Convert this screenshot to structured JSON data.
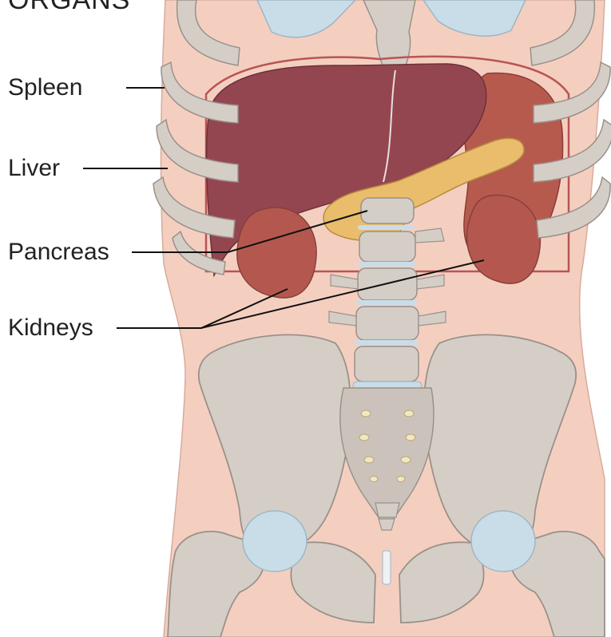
{
  "diagram": {
    "title": "ORGANS",
    "labels": {
      "spleen": "Spleen",
      "liver": "Liver",
      "pancreas": "Pancreas",
      "kidneys": "Kidneys"
    }
  },
  "colors": {
    "skin": "#f4cfc0",
    "bone": "#d5cec7",
    "bone_outline": "#9a918a",
    "cartilage": "#c9dde8",
    "liver": "#944650",
    "spleen": "#b75a4e",
    "kidney": "#b4584f",
    "pancreas": "#e9bd6c",
    "leader_line": "#111111"
  }
}
